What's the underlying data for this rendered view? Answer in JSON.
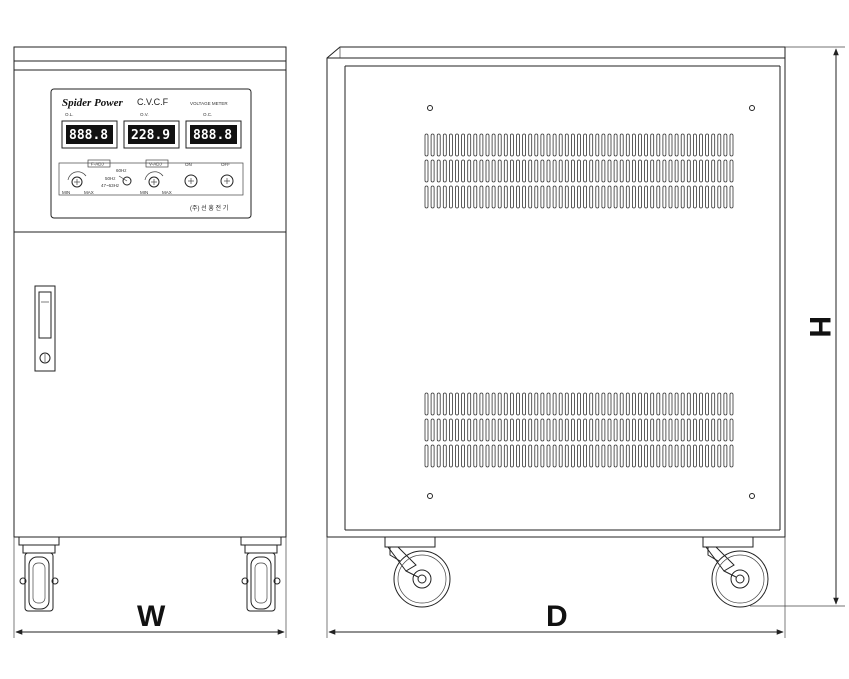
{
  "panel": {
    "brand": "Spider Power",
    "model": "C.V.C.F",
    "top_right_label": "VOLTAGE METER",
    "meter_labels": [
      "O.L.",
      "O.V.",
      "O.C."
    ],
    "meters": [
      "888.8",
      "228.9",
      "888.8"
    ],
    "f_adj_label": "F-ADJ",
    "v_adj_label": "V-ADJ",
    "on_label": "ON",
    "off_label": "OFF",
    "min_label": "MIN",
    "max_label": "MAX",
    "freq_60": "60Hz",
    "freq_50": "50Hz",
    "freq_range": "47~63Hz",
    "maker": "(주) 선 흥 전 기"
  },
  "dimensions": {
    "width": "W",
    "depth": "D",
    "height": "H"
  }
}
